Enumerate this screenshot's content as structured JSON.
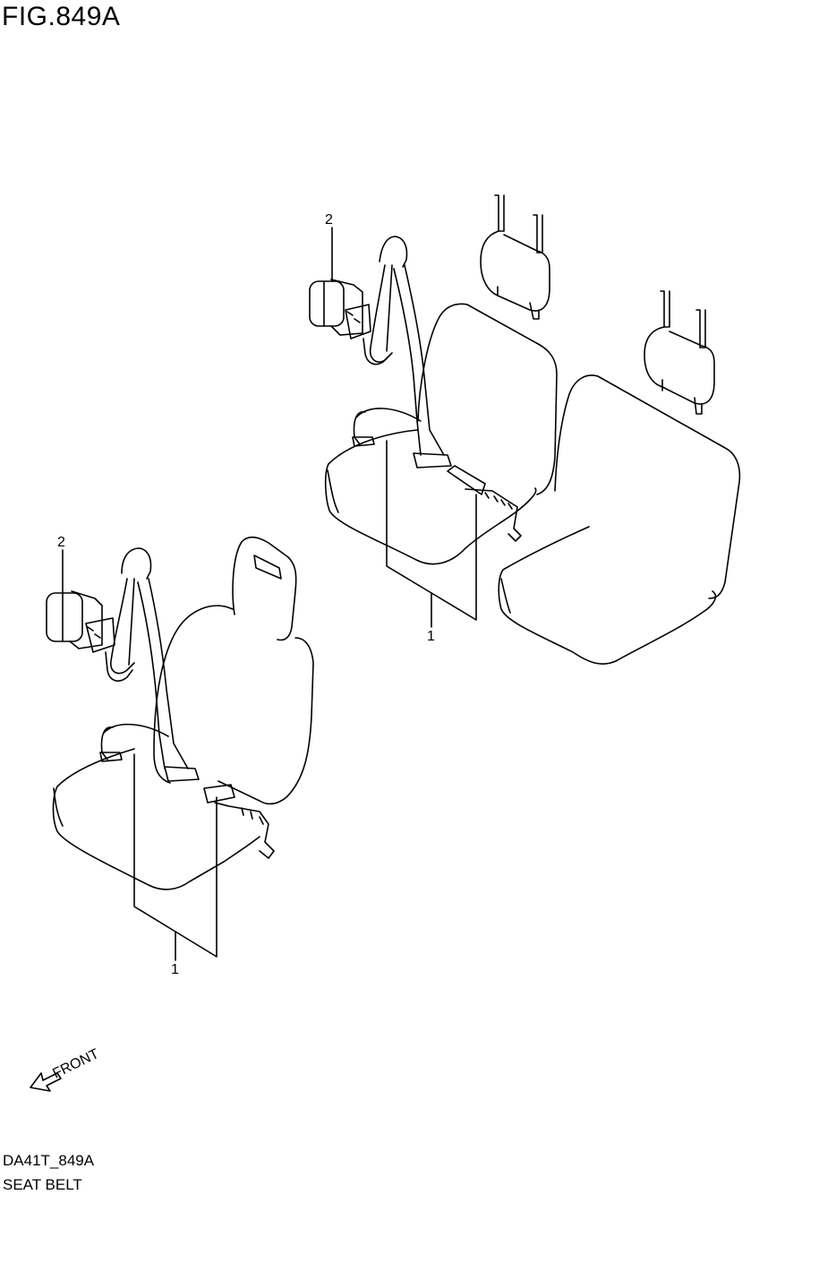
{
  "figure": {
    "title": "FIG.849A",
    "code": "DA41T_849A",
    "name": "SEAT BELT"
  },
  "callouts": {
    "rear_seat_belt": "1",
    "rear_retractor": "2",
    "front_seat_belt": "1",
    "front_retractor": "2"
  },
  "orientation": {
    "label": "FRONT"
  }
}
